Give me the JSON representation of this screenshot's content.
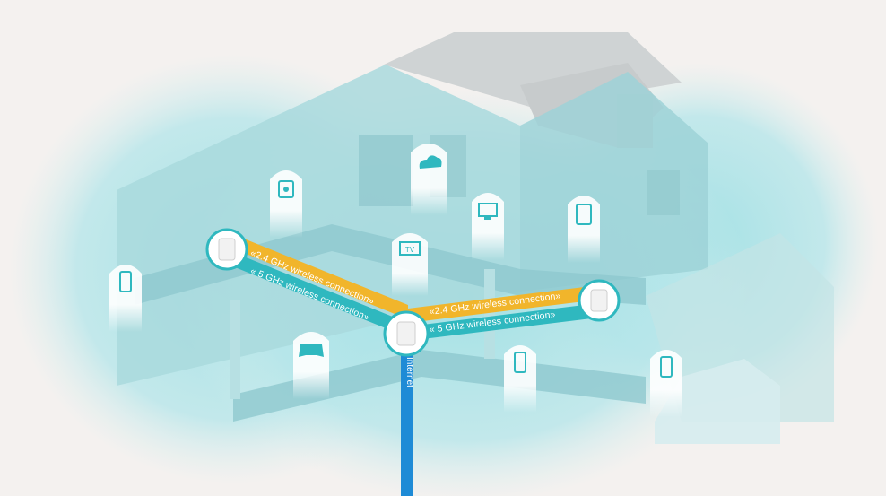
{
  "labels": {
    "left_24": "«2.4 GHz wireless connection»",
    "left_5": "« 5 GHz wireless connection»",
    "right_24": "«2.4 GHz wireless connection»",
    "right_5": "« 5 GHz wireless connection»",
    "internet": "Internet"
  },
  "colors": {
    "teal": "#2fb8bf",
    "gold": "#f1b52b",
    "cable": "#1e8bd6",
    "house": "#9fd5da"
  },
  "icons": [
    "tablet-icon",
    "phone-icon",
    "tv-icon",
    "gamepad-icon",
    "cloud-icon",
    "desktop-icon",
    "mesh-router"
  ]
}
